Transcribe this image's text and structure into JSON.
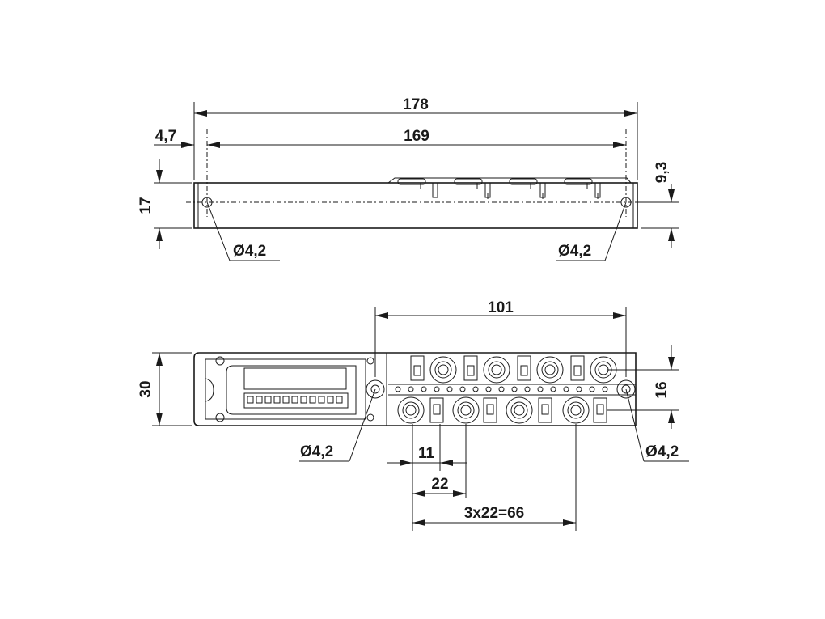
{
  "top_view": {
    "overall_length": "178",
    "hole_spacing": "169",
    "hole_offset": "4,7",
    "height": "17",
    "hole_height": "9,3",
    "hole_left": "Ø4,2",
    "hole_right": "Ø4,2"
  },
  "front_view": {
    "connector_width": "101",
    "width": "30",
    "hole_row_height": "16",
    "hole_left": "Ø4,2",
    "hole_right": "Ø4,2",
    "pitch_offset": "11",
    "pitch": "22",
    "pitch_total": "3x22=66"
  }
}
